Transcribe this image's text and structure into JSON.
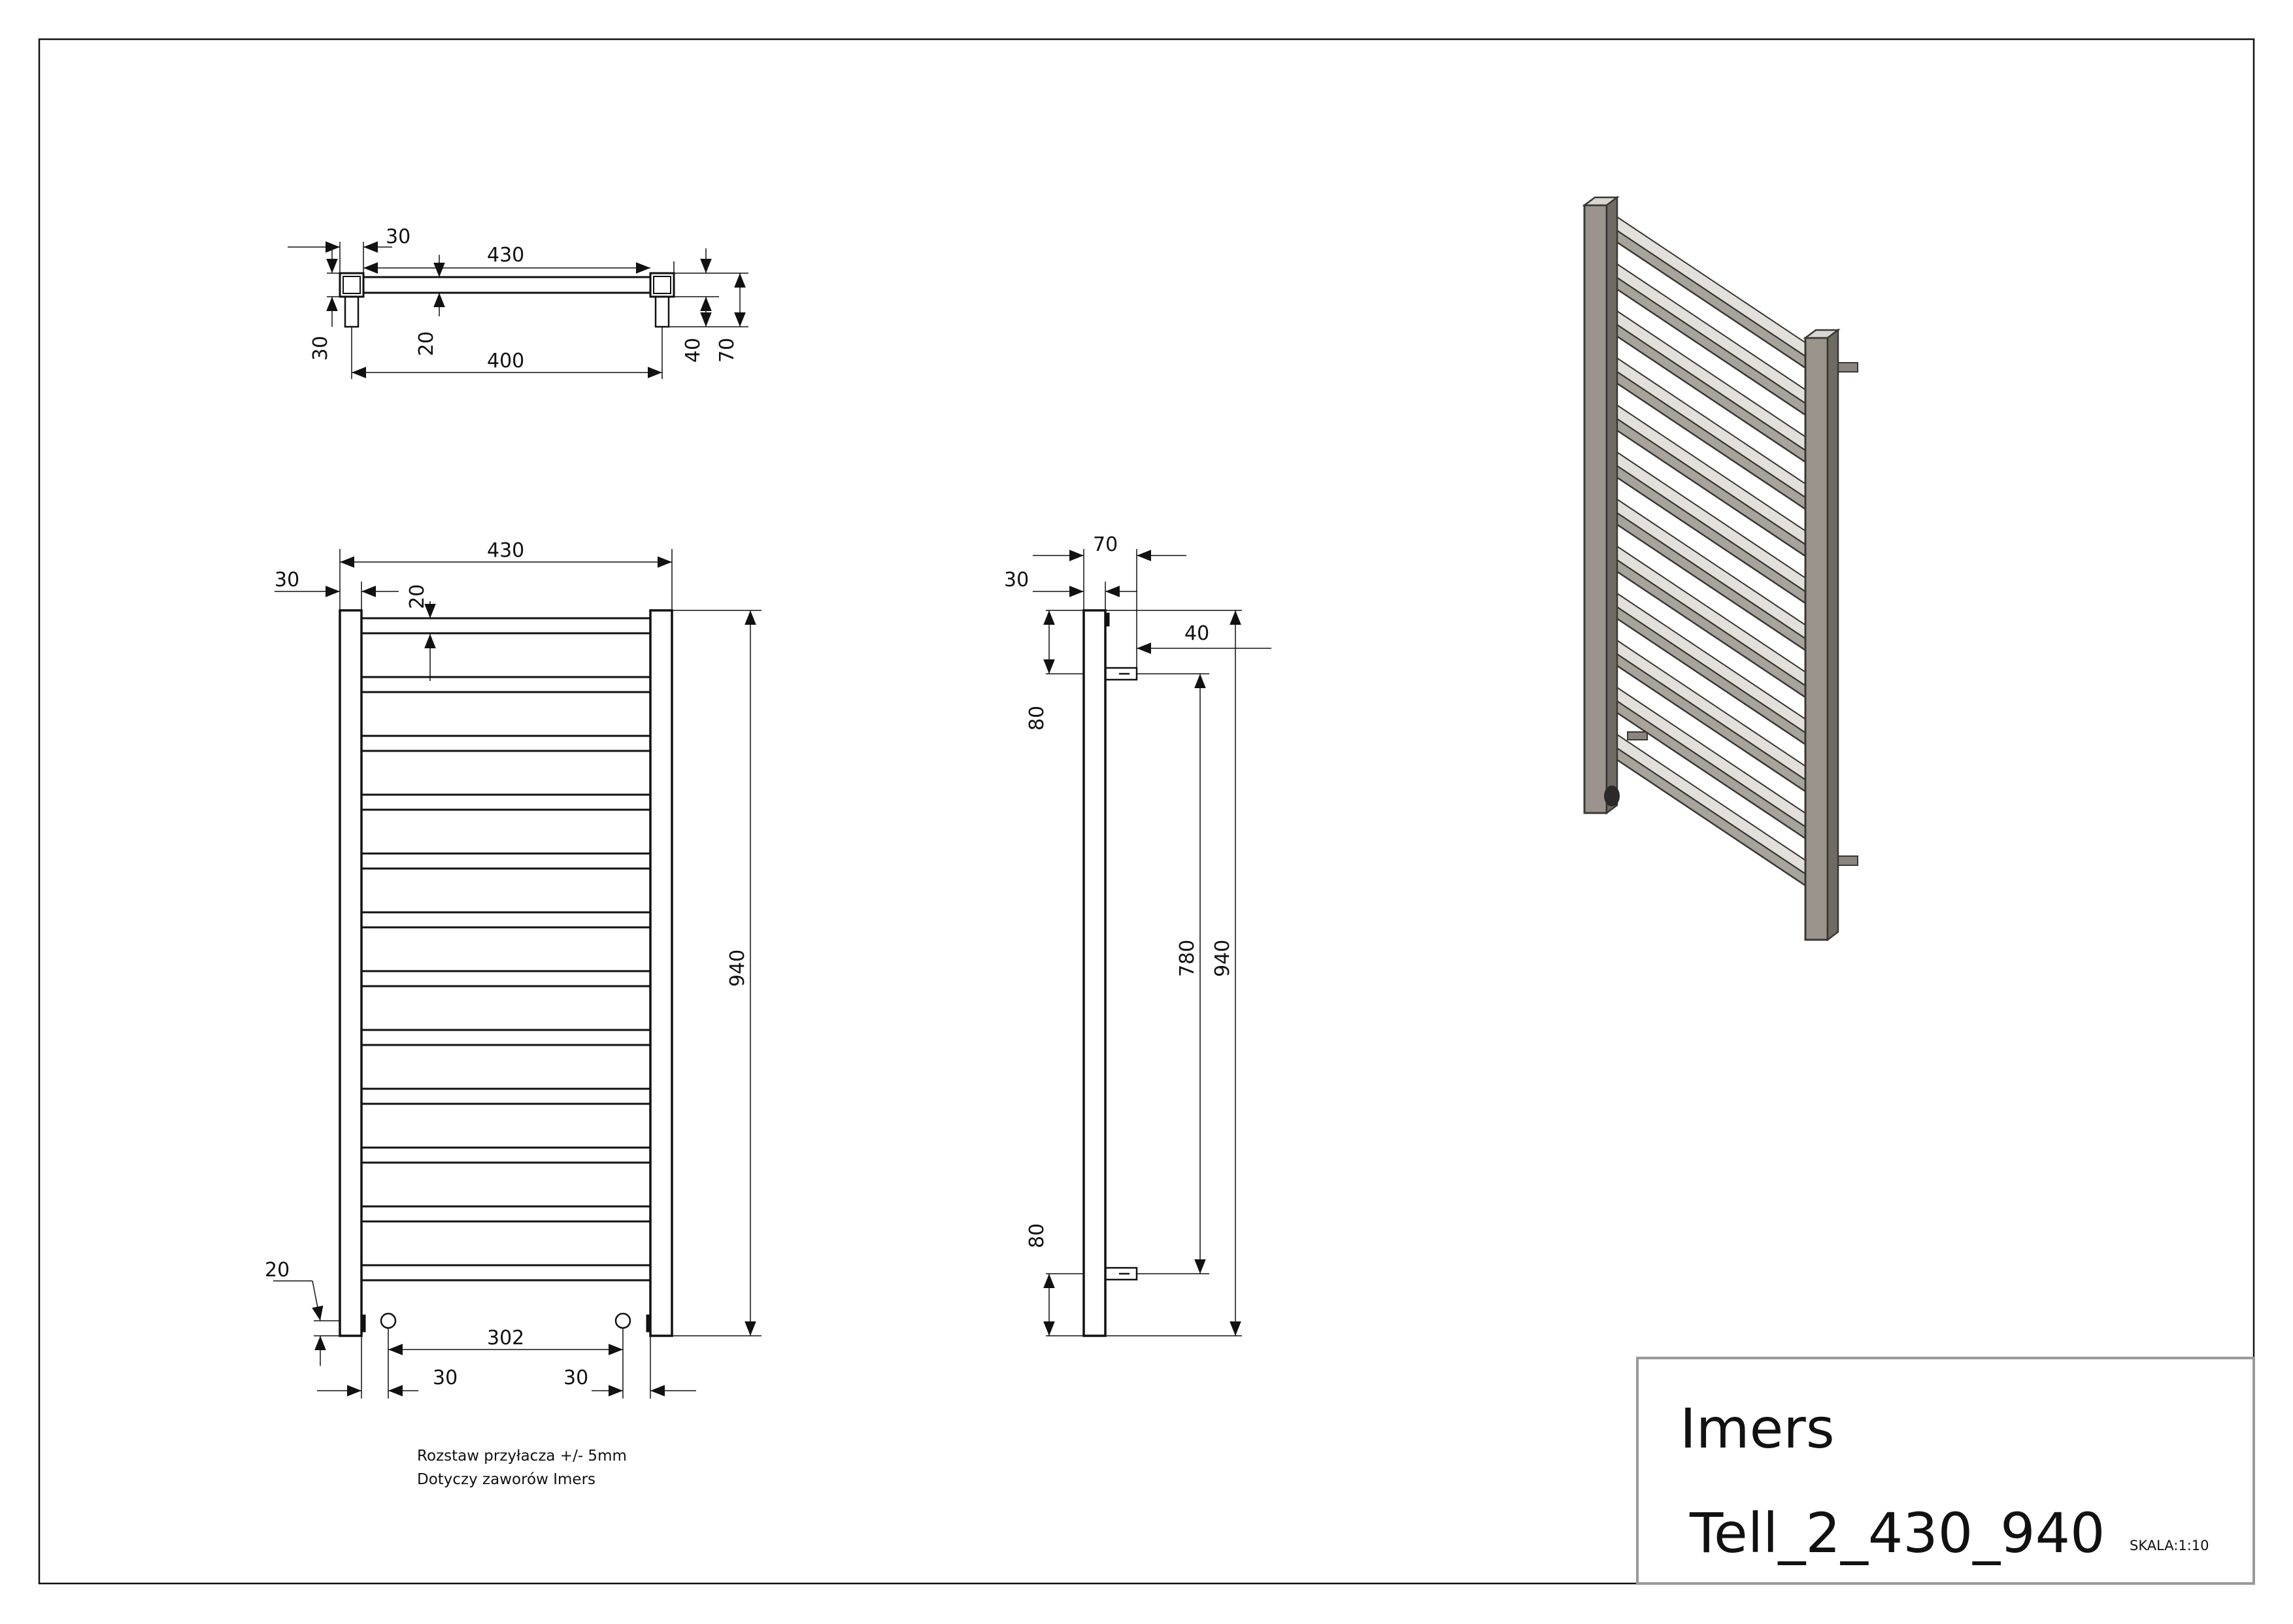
{
  "top_view": {
    "d30_top": "30",
    "d430": "430",
    "d30_left": "30",
    "d20": "20",
    "d400": "400",
    "d40": "40",
    "d70": "70"
  },
  "front_view": {
    "d430": "430",
    "d30": "30",
    "d20_top": "20",
    "d940": "940",
    "d20_bottom": "20",
    "d302": "302",
    "d30_left": "30",
    "d30_right": "30"
  },
  "side_view": {
    "d70": "70",
    "d30": "30",
    "d40": "40",
    "d80_top": "80",
    "d780": "780",
    "d940": "940",
    "d80_bottom": "80"
  },
  "notes": {
    "line1": "Rozstaw przyłacza +/- 5mm",
    "line2": "Dotyczy zaworów Imers"
  },
  "title_block": {
    "company": "Imers",
    "model": "Tell_2_430_940",
    "scale": "SKALA:1:10"
  },
  "colors": {
    "line": "#111111",
    "render_rail": "#9a948c",
    "render_dark": "#3a3835",
    "render_light": "#d9d6d1"
  }
}
